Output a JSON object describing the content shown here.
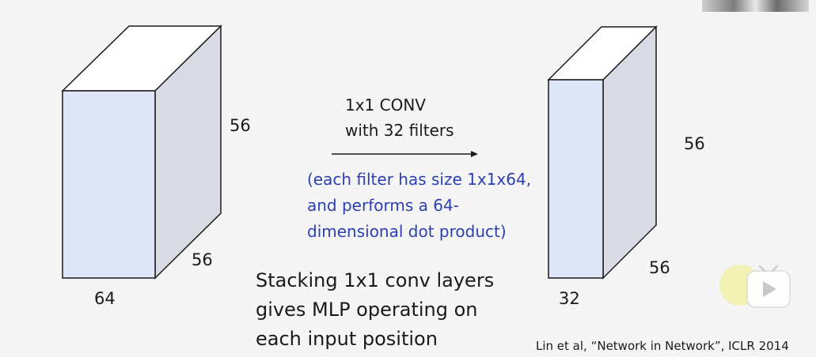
{
  "left_block": {
    "depth_label": "64",
    "height_label": "56",
    "width_label": "56"
  },
  "right_block": {
    "depth_label": "32",
    "height_label": "56",
    "width_label": "56"
  },
  "arrow": {
    "line1": "1x1 CONV",
    "line2": "with 32 filters"
  },
  "note": {
    "line1": "(each filter has size 1x1x64,",
    "line2": "and performs a 64-",
    "line3": "dimensional dot product)",
    "color": "#2b3fb5"
  },
  "stacking_text": {
    "line1": "Stacking 1x1 conv layers",
    "line2": "gives MLP operating on",
    "line3": "each input position"
  },
  "citation": "Lin et al, “Network in Network”, ICLR 2014",
  "colors": {
    "front_face": "#dfe6f8",
    "side_face": "#d8dbe4",
    "top_face": "#ffffff",
    "edge": "#1a1a1a"
  }
}
